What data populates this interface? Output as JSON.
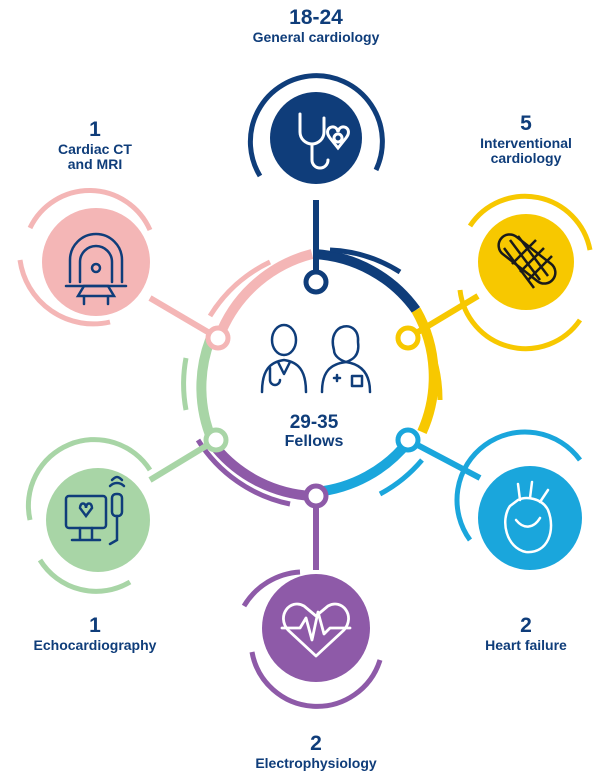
{
  "center": {
    "count": "29-35",
    "label": "Fellows",
    "icon": "doctors-icon",
    "color": "#0f3d7a"
  },
  "nodes": [
    {
      "id": "general-cardiology",
      "count": "18-24",
      "label": "General cardiology",
      "color": "#0f3d7a",
      "icon": "stethoscope-heart-icon"
    },
    {
      "id": "interventional-cardiology",
      "count": "5",
      "label": "Interventional cardiology",
      "color": "#f7c800",
      "icon": "stent-icon"
    },
    {
      "id": "heart-failure",
      "count": "2",
      "label": "Heart failure",
      "color": "#1aa6dc",
      "icon": "heart-organ-icon"
    },
    {
      "id": "electrophysiology",
      "count": "2",
      "label": "Electrophysiology",
      "color": "#8e5aa8",
      "icon": "heart-ecg-icon"
    },
    {
      "id": "echocardiography",
      "count": "1",
      "label": "Echocardiography",
      "color": "#a8d5a6",
      "icon": "ultrasound-monitor-icon"
    },
    {
      "id": "cardiac-ct-mri",
      "count": "1",
      "label": "Cardiac CT and MRI",
      "color": "#f4b6b6",
      "icon": "mri-scanner-icon"
    }
  ]
}
